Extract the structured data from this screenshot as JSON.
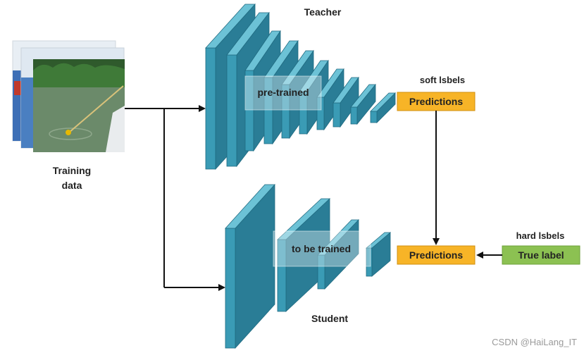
{
  "labels": {
    "teacher": "Teacher",
    "student": "Student",
    "training_data": "Training",
    "training_data_line2": "data",
    "soft_labels": "soft lsbels",
    "hard_labels": "hard lsbels",
    "pre_trained": "pre-trained",
    "to_be_trained": "to be trained"
  },
  "boxes": {
    "teacher_predictions": "Predictions",
    "student_predictions": "Predictions",
    "true_label": "True label"
  },
  "watermark": "CSDN @HaiLang_IT",
  "colors": {
    "layer_front": "#3a9bb5",
    "layer_side": "#2a7d96",
    "layer_top": "#6cc2d6",
    "predictions_fill": "#f7b427",
    "true_label_fill": "#8cc152",
    "arrow": "#111111"
  }
}
